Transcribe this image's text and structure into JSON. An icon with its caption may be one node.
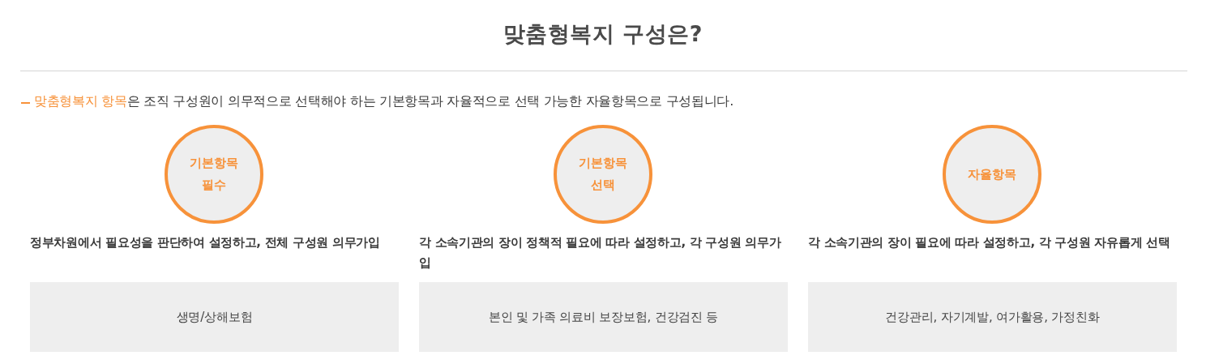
{
  "diagram": {
    "title": "맞춤형복지 구성은?",
    "nodes": [
      {
        "text": [
          "기본항목 필수"
        ],
        "beside": [
          "정부차원에서 필요성을 판단하여 설정하고, 전체 구성원 의무가입"
        ]
      },
      {
        "text": [
          "기본항목 선택"
        ],
        "beside": [
          "각 소속기관의 장이 정책적 필요에 따라 설정하고, 각 구성원 의무가입"
        ]
      },
      {
        "text": [
          "자율항목"
        ],
        "beside": [
          "각 소속기관의 장이 필요에 따라 설정하고, 각 구성원 자유롭게 선택"
        ]
      },
      {
        "text": [
          "생명/상해보험"
        ]
      },
      {
        "text": [
          "본인 및 가족 의료비 보장보험, 건강검진 등"
        ]
      },
      {
        "text": [
          "건강관리, 자기계발, 여가활용, 가정친화"
        ]
      }
    ],
    "labels": [
      "**맞춤형복지 항목**은 조직 구성원이 의무적으로 선택해야 하는 기본항목과 자율적으로 선택 가능한 자율항목으로 구성됩니다."
    ]
  }
}
